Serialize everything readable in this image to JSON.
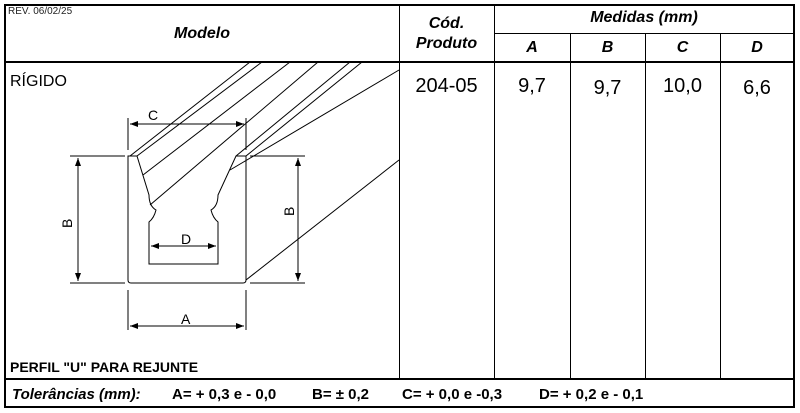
{
  "revision": "REV. 06/02/25",
  "header": {
    "modelo": "Modelo",
    "cod_line1": "Cód.",
    "cod_line2": "Produto",
    "medidas": "Medidas (mm)",
    "cols": [
      "A",
      "B",
      "C",
      "D"
    ]
  },
  "row": {
    "type": "RÍGIDO",
    "code": "204-05",
    "values": [
      "9,7",
      "9,7",
      "10,0",
      "6,6"
    ]
  },
  "drawing": {
    "label_a": "A",
    "label_b": "B",
    "label_c": "C",
    "label_d": "D"
  },
  "profile_name": "PERFIL \"U\" PARA REJUNTE",
  "tolerances": {
    "label": "Tolerâncias (mm):",
    "a": "A= + 0,3 e - 0,0",
    "b": "B= ± 0,2",
    "c": "C= + 0,0 e -0,3",
    "d": "D= + 0,2 e - 0,1"
  }
}
